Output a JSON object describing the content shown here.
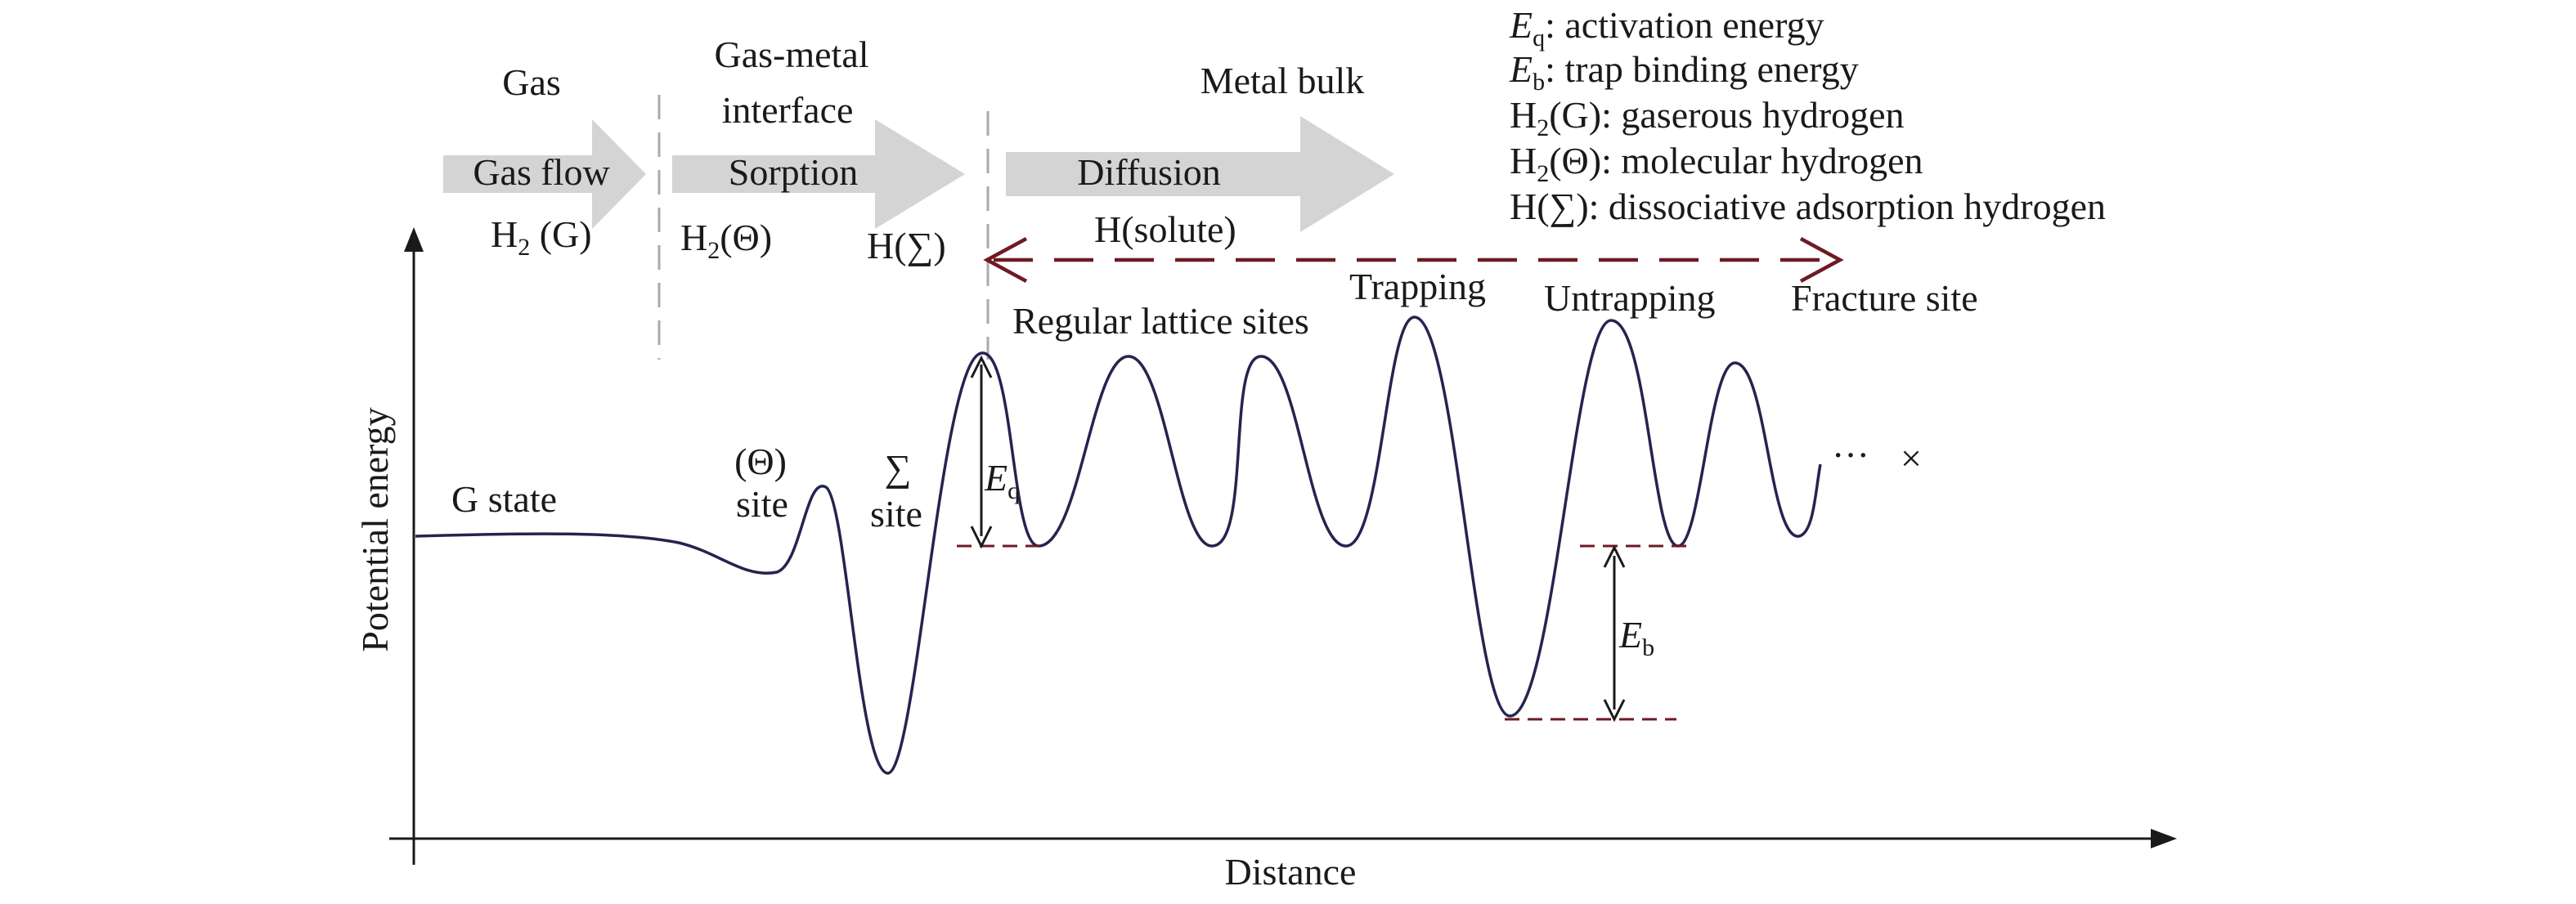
{
  "regions": {
    "gas": "Gas",
    "interface_line1": "Gas-metal",
    "interface_line2": "interface",
    "bulk": "Metal bulk"
  },
  "arrows": {
    "gas_flow": "Gas flow",
    "sorption": "Sorption",
    "diffusion": "Diffusion"
  },
  "species": {
    "h2_gas_main": "H",
    "h2_gas_sub": "2",
    "h2_gas_rest": " (G)",
    "h2_mol_main": "H",
    "h2_mol_sub": "2",
    "h2_mol_rest": "(Θ)",
    "h_sigma": "H(∑)",
    "h_solute": "H(solute)"
  },
  "legend": {
    "eq_sym": "E",
    "eq_sub": "q",
    "eq_desc": ": activation energy",
    "eb_sym": "E",
    "eb_sub": "b",
    "eb_desc": ": trap binding energy",
    "h2g_main": "H",
    "h2g_sub": "2",
    "h2g_desc": "(G): gaserous hydrogen",
    "h2theta_main": "H",
    "h2theta_sub": "2",
    "h2theta_desc": "(Θ): molecular hydrogen",
    "hsigma_desc": "H(∑): dissociative adsorption hydrogen"
  },
  "site_labels": {
    "g_state": "G state",
    "theta_line1": "(Θ)",
    "theta_line2": "site",
    "sigma_line1": "∑",
    "sigma_line2": "site",
    "regular": "Regular lattice sites",
    "trapping": "Trapping",
    "untrapping": "Untrapping",
    "fracture": "Fracture site",
    "ellipsis": "···",
    "cross": "×"
  },
  "energy_labels": {
    "eq_sym": "E",
    "eq_sub": "q",
    "eb_sym": "E",
    "eb_sub": "b"
  },
  "axes": {
    "ylabel": "Potential energy",
    "xlabel": "Distance"
  },
  "colors": {
    "curve": "#242450",
    "dashed_arrow": "#6e1a24",
    "band_arrows": "#d4d4d4"
  }
}
